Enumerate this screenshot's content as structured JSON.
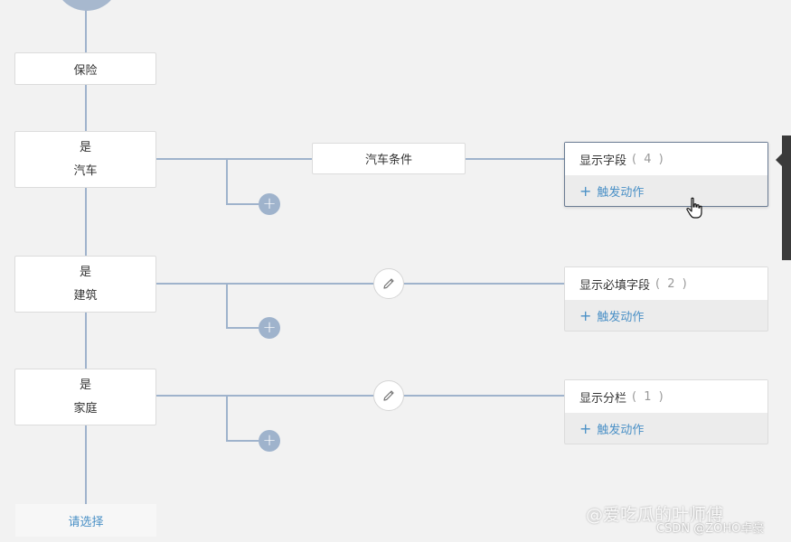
{
  "flow": {
    "root_node": {
      "label": "保险"
    },
    "branches": [
      {
        "prefix": "是",
        "label": "汽车",
        "connector_label": "汽车条件",
        "action": {
          "title": "显示字段",
          "count": "( 4 )",
          "trigger_label": "触发动作"
        }
      },
      {
        "prefix": "是",
        "label": "建筑",
        "action": {
          "title": "显示必填字段",
          "count": "( 2 )",
          "trigger_label": "触发动作"
        }
      },
      {
        "prefix": "是",
        "label": "家庭",
        "action": {
          "title": "显示分栏",
          "count": "( 1 )",
          "trigger_label": "触发动作"
        }
      }
    ],
    "select_placeholder": "请选择",
    "add_symbol": "+"
  },
  "colors": {
    "connector": "#9fb3cc",
    "link": "#4a90c6",
    "background": "#f2f2f2"
  },
  "watermark": {
    "main": "@爱吃瓜的叶师傅",
    "sub": "CSDN @ZOHO卓豪"
  }
}
